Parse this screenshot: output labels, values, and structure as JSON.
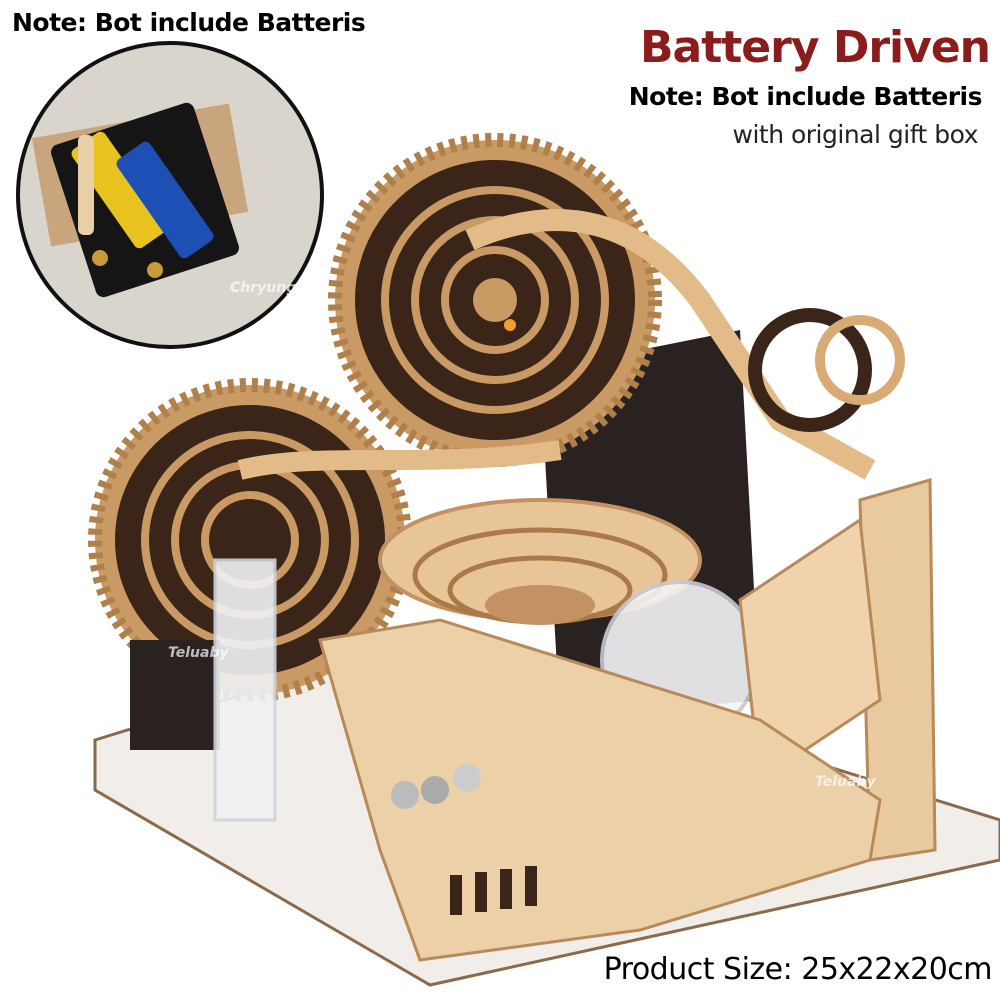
{
  "overlay": {
    "title": "Battery Driven",
    "note_left": "Note: Bot include Batteris",
    "note_right": "Note: Bot include Batteris",
    "gift_box": "with original gift box",
    "product_size": "Product Size: 25x22x20cm"
  },
  "watermarks": [
    "Teluaby",
    "Chryungel"
  ],
  "colors": {
    "title": "#8b1c1c",
    "wood_light": "#e9c9a0",
    "wood_dark": "#3a2418"
  }
}
